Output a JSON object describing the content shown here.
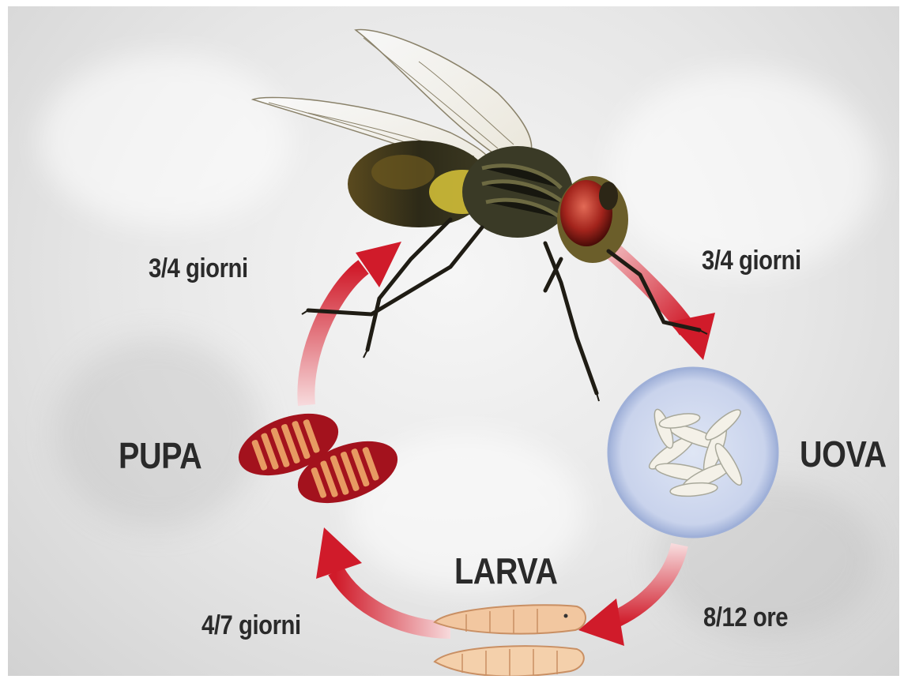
{
  "stages": {
    "uova": "UOVA",
    "larva": "LARVA",
    "pupa": "PUPA"
  },
  "durations": {
    "adult_to_eggs": "3/4 giorni",
    "eggs_to_larva": "8/12 ore",
    "larva_to_pupa": "4/7 giorni",
    "pupa_to_adult": "3/4 giorni"
  },
  "colors": {
    "arrow": "#d01b2a",
    "text": "#2a2a2a",
    "egg_circle": "#c9d3ec",
    "pupa": "#a3121d",
    "larva": "#f2c7a0"
  },
  "icons": {
    "fly": "housefly-illustration",
    "eggs": "egg-cluster",
    "larvae": "maggots",
    "pupae": "pupa-cases"
  }
}
